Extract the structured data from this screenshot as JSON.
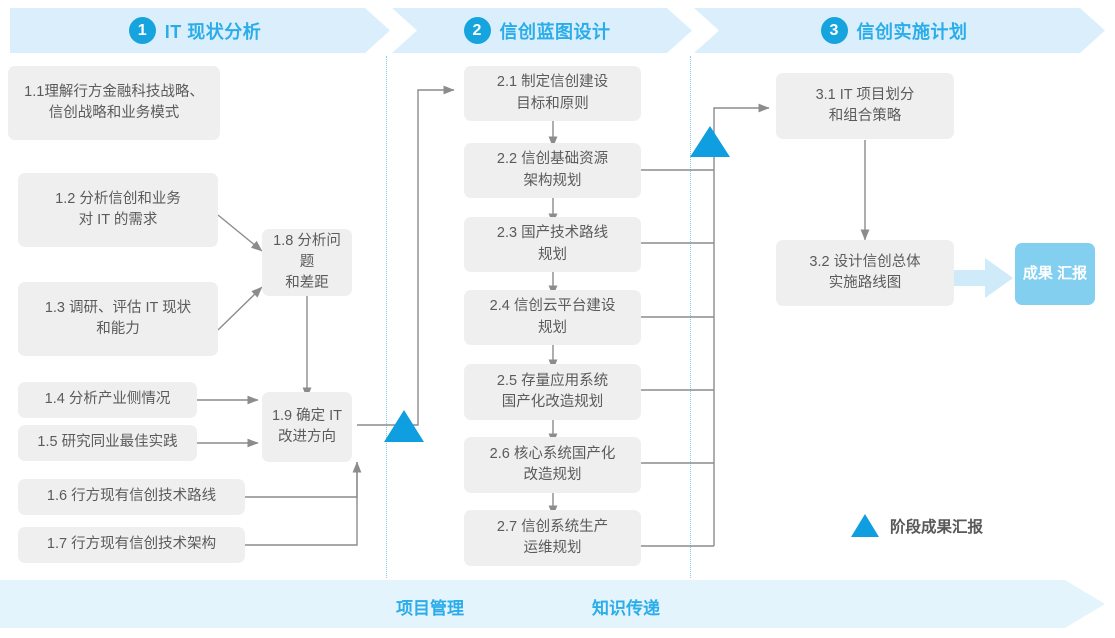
{
  "header": {
    "phases": [
      {
        "num": "1",
        "label": "IT 现状分析"
      },
      {
        "num": "2",
        "label": "信创蓝图设计"
      },
      {
        "num": "3",
        "label": "信创实施计划"
      }
    ]
  },
  "phase1": {
    "boxes": [
      {
        "id": "1.1",
        "line1": "1.1理解行方金融科技战略、",
        "line2": "信创战略和业务模式"
      },
      {
        "id": "1.2",
        "line1": "1.2 分析信创和业务",
        "line2": "对 IT 的需求"
      },
      {
        "id": "1.3",
        "line1": "1.3 调研、评估 IT 现状",
        "line2": "和能力"
      },
      {
        "id": "1.4",
        "line1": "1.4 分析产业侧情况",
        "line2": ""
      },
      {
        "id": "1.5",
        "line1": "1.5 研究同业最佳实践",
        "line2": ""
      },
      {
        "id": "1.6",
        "line1": "1.6 行方现有信创技术路线",
        "line2": ""
      },
      {
        "id": "1.7",
        "line1": "1.7 行方现有信创技术架构",
        "line2": ""
      },
      {
        "id": "1.8",
        "line1": "1.8 分析问题",
        "line2": "和差距"
      },
      {
        "id": "1.9",
        "line1": "1.9 确定 IT",
        "line2": "改进方向"
      }
    ]
  },
  "phase2": {
    "boxes": [
      {
        "id": "2.1",
        "line1": "2.1 制定信创建设",
        "line2": "目标和原则"
      },
      {
        "id": "2.2",
        "line1": "2.2 信创基础资源",
        "line2": "架构规划"
      },
      {
        "id": "2.3",
        "line1": "2.3 国产技术路线",
        "line2": "规划"
      },
      {
        "id": "2.4",
        "line1": "2.4 信创云平台建设",
        "line2": "规划"
      },
      {
        "id": "2.5",
        "line1": "2.5 存量应用系统",
        "line2": "国产化改造规划"
      },
      {
        "id": "2.6",
        "line1": "2.6 核心系统国产化",
        "line2": "改造规划"
      },
      {
        "id": "2.7",
        "line1": "2.7 信创系统生产",
        "line2": "运维规划"
      }
    ]
  },
  "phase3": {
    "boxes": [
      {
        "id": "3.1",
        "line1": "3.1 IT 项目划分",
        "line2": "和组合策略"
      },
      {
        "id": "3.2",
        "line1": "3.2 设计信创总体",
        "line2": "实施路线图"
      }
    ],
    "result_badge": {
      "line1": "成果",
      "line2": "汇报"
    }
  },
  "legend": {
    "label": "阶段成果汇报",
    "marker": "milestone-triangle"
  },
  "footer": {
    "items": [
      {
        "label": "项目管理"
      },
      {
        "label": "知识传递"
      }
    ]
  },
  "colors": {
    "phase_bar": "#daeffb",
    "accent_blue": "#2badea",
    "badge_blue": "#15a4dd",
    "box_gray": "#efefef",
    "box_text": "#5b5b5b",
    "milestone": "#0f9fe0",
    "result_badge": "#83cff0",
    "footer_bar": "#e4f4fc",
    "wire": "#8c8c8c"
  }
}
